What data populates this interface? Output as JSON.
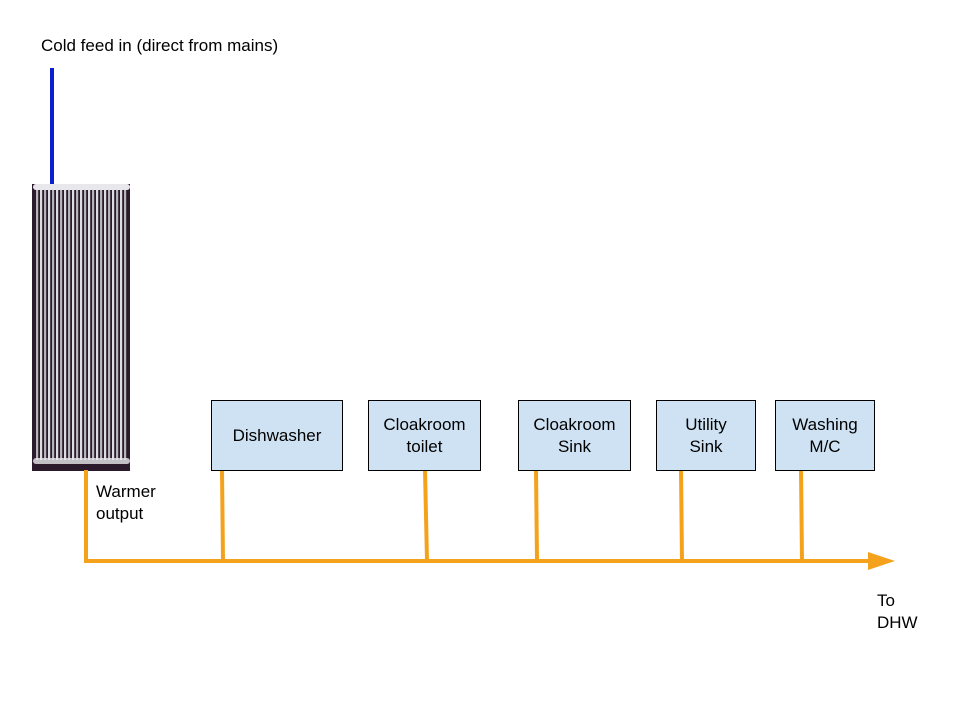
{
  "labels": {
    "cold_feed": "Cold feed in (direct from mains)",
    "warmer_output": "Warmer\noutput",
    "to_dhw": "To\nDHW"
  },
  "appliances": [
    "Dishwasher",
    "Cloakroom\ntoilet",
    "Cloakroom\nSink",
    "Utility\nSink",
    "Washing\nM/C"
  ],
  "colors": {
    "cold_pipe": "#0b1fd0",
    "warm_pipe": "#f4a21c",
    "box_fill": "#cfe2f3",
    "radiator_bg": "#2a1a2c",
    "radiator_tube": "#e8e8ec"
  },
  "icons": {
    "radiator": "radiator-icon",
    "arrow": "arrow-head-icon"
  }
}
